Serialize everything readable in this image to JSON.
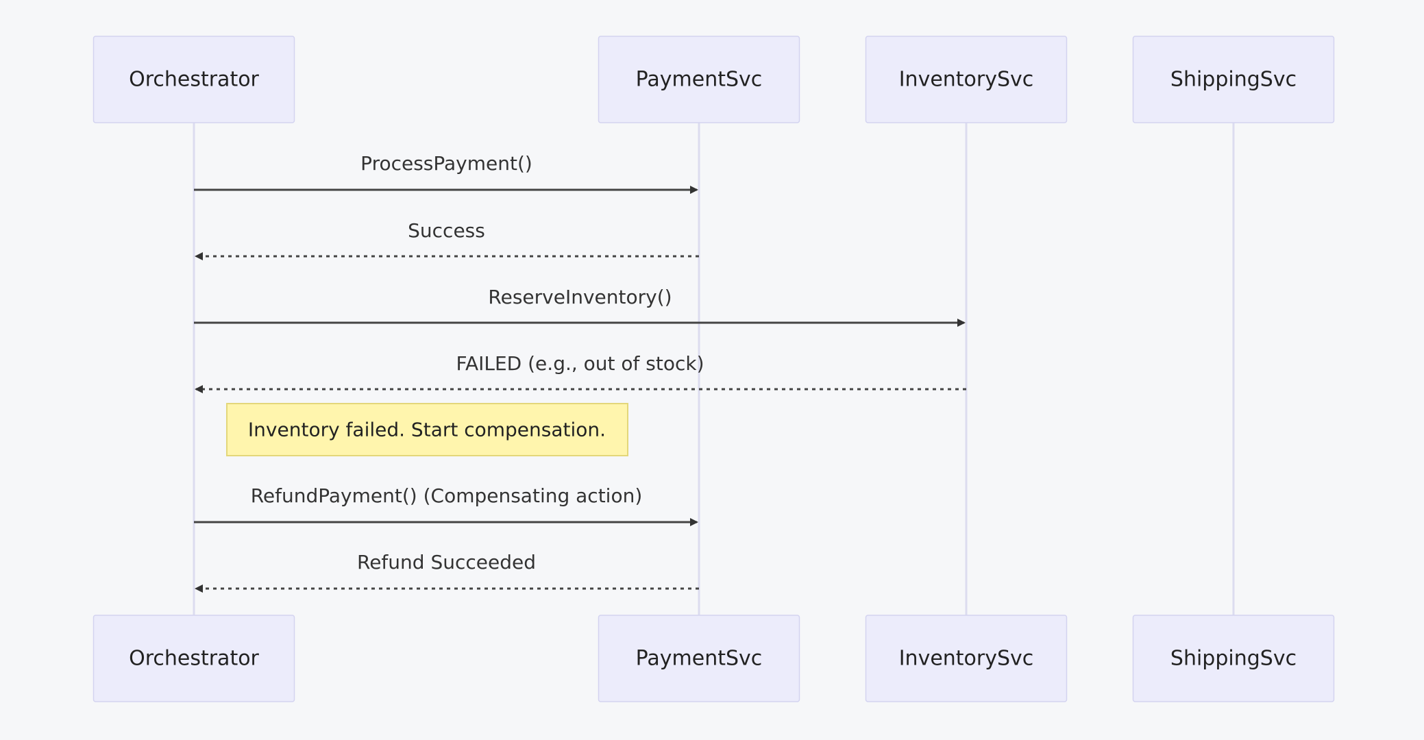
{
  "participants": [
    {
      "id": "orchestrator",
      "label": "Orchestrator"
    },
    {
      "id": "payment",
      "label": "PaymentSvc"
    },
    {
      "id": "inventory",
      "label": "InventorySvc"
    },
    {
      "id": "shipping",
      "label": "ShippingSvc"
    }
  ],
  "messages": [
    {
      "from": "orchestrator",
      "to": "payment",
      "label": "ProcessPayment()",
      "style": "solid"
    },
    {
      "from": "payment",
      "to": "orchestrator",
      "label": "Success",
      "style": "dashed"
    },
    {
      "from": "orchestrator",
      "to": "inventory",
      "label": "ReserveInventory()",
      "style": "solid"
    },
    {
      "from": "inventory",
      "to": "orchestrator",
      "label": "FAILED (e.g., out of stock)",
      "style": "dashed"
    },
    {
      "from": "orchestrator",
      "to": "payment",
      "label": "RefundPayment() (Compensating action)",
      "style": "solid"
    },
    {
      "from": "payment",
      "to": "orchestrator",
      "label": "Refund Succeeded",
      "style": "dashed"
    }
  ],
  "note": {
    "text": "Inventory failed. Start compensation.",
    "after_message": 3
  },
  "colors": {
    "background": "#f6f7f9",
    "actor_fill": "#ececfb",
    "actor_stroke": "#d3d3f0",
    "lifeline": "#dcdcef",
    "arrow": "#444444",
    "note_fill": "#fff5ad",
    "note_stroke": "#e3d77a"
  }
}
